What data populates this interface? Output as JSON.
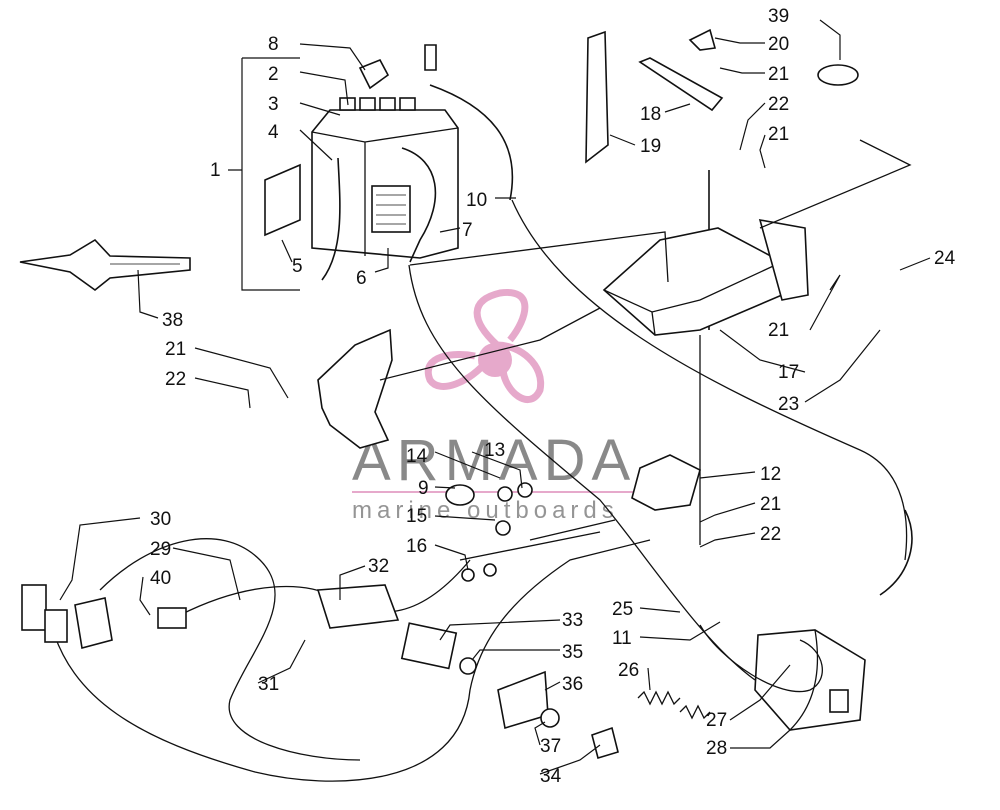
{
  "diagram": {
    "watermark": {
      "name": "ARMADA",
      "sub": "marine outboards",
      "color": "#e4a0c6"
    },
    "callouts": [
      {
        "id": "c8",
        "num": "8"
      },
      {
        "id": "c2",
        "num": "2"
      },
      {
        "id": "c3",
        "num": "3"
      },
      {
        "id": "c4",
        "num": "4"
      },
      {
        "id": "c1",
        "num": "1"
      },
      {
        "id": "c5",
        "num": "5"
      },
      {
        "id": "c6",
        "num": "6"
      },
      {
        "id": "c7",
        "num": "7"
      },
      {
        "id": "c10",
        "num": "10"
      },
      {
        "id": "c19",
        "num": "19"
      },
      {
        "id": "c18",
        "num": "18"
      },
      {
        "id": "c20",
        "num": "20"
      },
      {
        "id": "c21a",
        "num": "21"
      },
      {
        "id": "c39",
        "num": "39"
      },
      {
        "id": "c22a",
        "num": "22"
      },
      {
        "id": "c21b",
        "num": "21"
      },
      {
        "id": "c24",
        "num": "24"
      },
      {
        "id": "c21c",
        "num": "21"
      },
      {
        "id": "c17",
        "num": "17"
      },
      {
        "id": "c23",
        "num": "23"
      },
      {
        "id": "c38",
        "num": "38"
      },
      {
        "id": "c21d",
        "num": "21"
      },
      {
        "id": "c22b",
        "num": "22"
      },
      {
        "id": "c13",
        "num": "13"
      },
      {
        "id": "c14",
        "num": "14"
      },
      {
        "id": "c9",
        "num": "9"
      },
      {
        "id": "c15",
        "num": "15"
      },
      {
        "id": "c16",
        "num": "16"
      },
      {
        "id": "c12",
        "num": "12"
      },
      {
        "id": "c21e",
        "num": "21"
      },
      {
        "id": "c22c",
        "num": "22"
      },
      {
        "id": "c30",
        "num": "30"
      },
      {
        "id": "c29",
        "num": "29"
      },
      {
        "id": "c32",
        "num": "32"
      },
      {
        "id": "c40",
        "num": "40"
      },
      {
        "id": "c31",
        "num": "31"
      },
      {
        "id": "c33",
        "num": "33"
      },
      {
        "id": "c35",
        "num": "35"
      },
      {
        "id": "c36",
        "num": "36"
      },
      {
        "id": "c25",
        "num": "25"
      },
      {
        "id": "c11",
        "num": "11"
      },
      {
        "id": "c26",
        "num": "26"
      },
      {
        "id": "c27",
        "num": "27"
      },
      {
        "id": "c28",
        "num": "28"
      },
      {
        "id": "c37",
        "num": "37"
      },
      {
        "id": "c34",
        "num": "34"
      }
    ]
  }
}
